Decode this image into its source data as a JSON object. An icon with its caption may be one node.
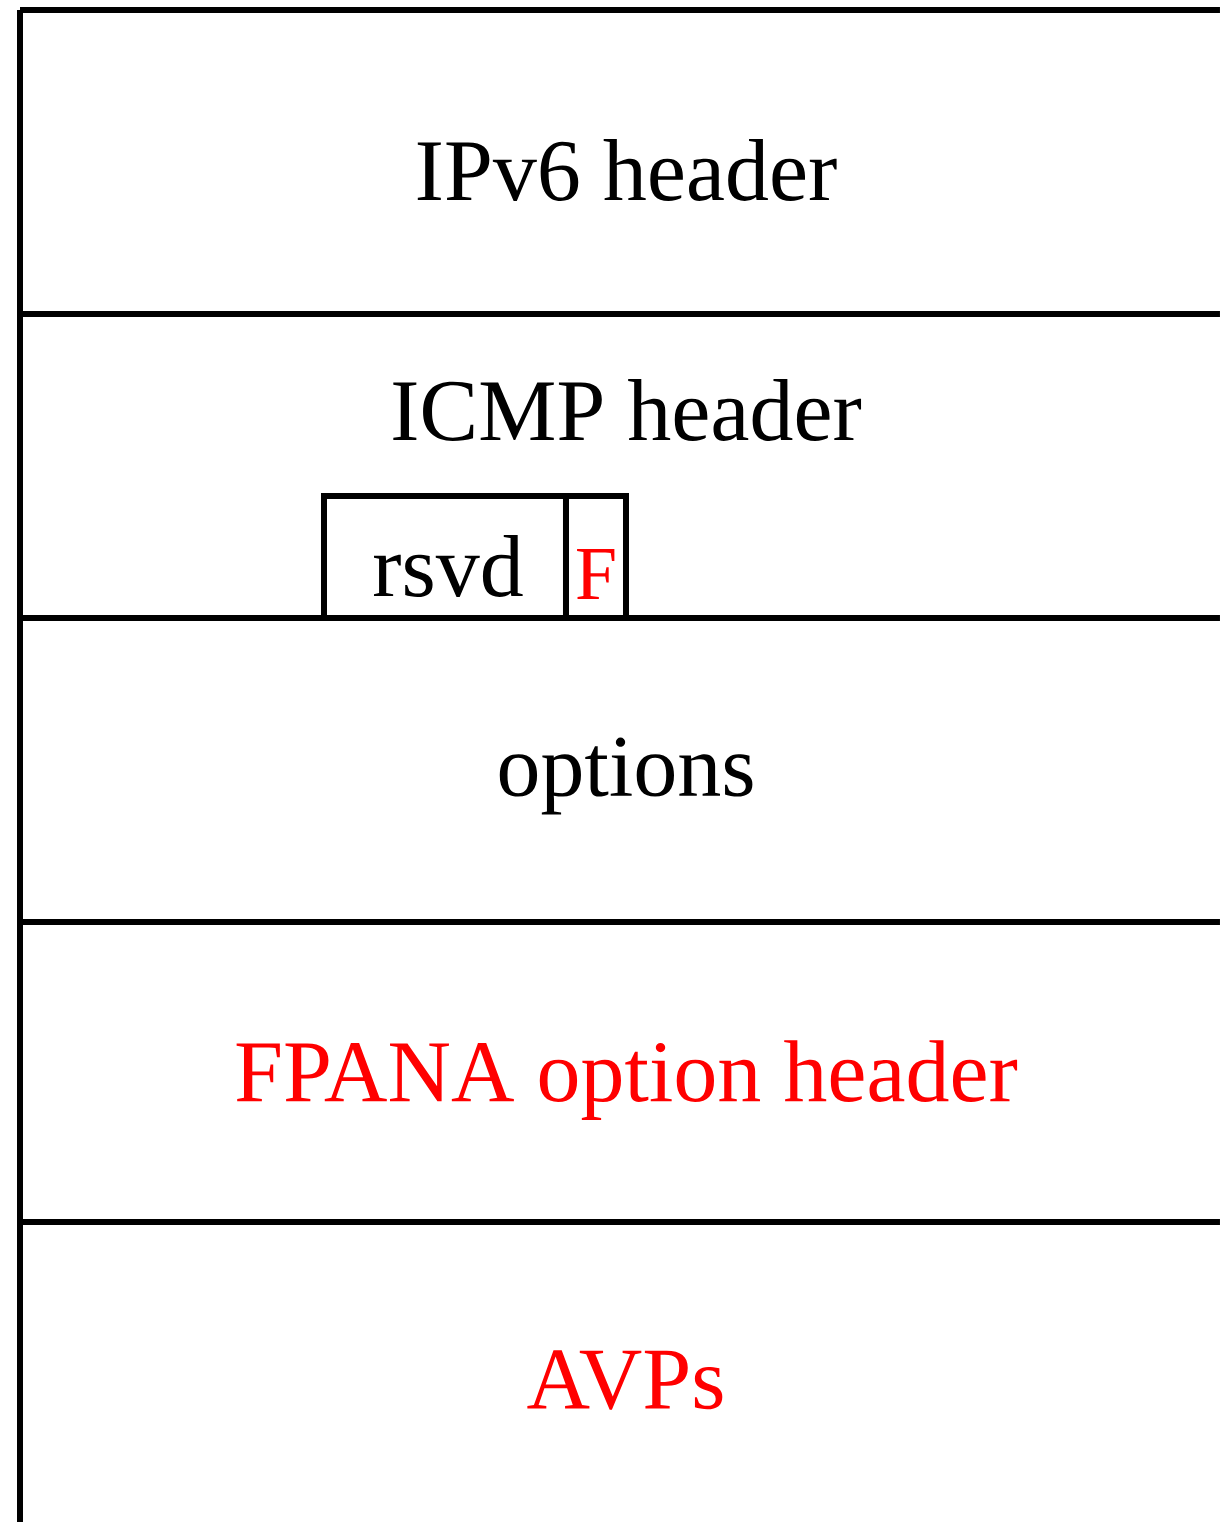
{
  "diagram": {
    "nodes": [
      {
        "text": [
          "IPv6 header"
        ]
      },
      {
        "text": [
          "ICMP header"
        ]
      },
      {
        "text": [
          "rsvd"
        ],
        "in": 1
      },
      {
        "text": [
          "F"
        ],
        "in": 1
      },
      {
        "text": [
          "options"
        ]
      },
      {
        "text": [
          "FPANA option header"
        ]
      },
      {
        "text": [
          "AVPs"
        ]
      }
    ]
  }
}
